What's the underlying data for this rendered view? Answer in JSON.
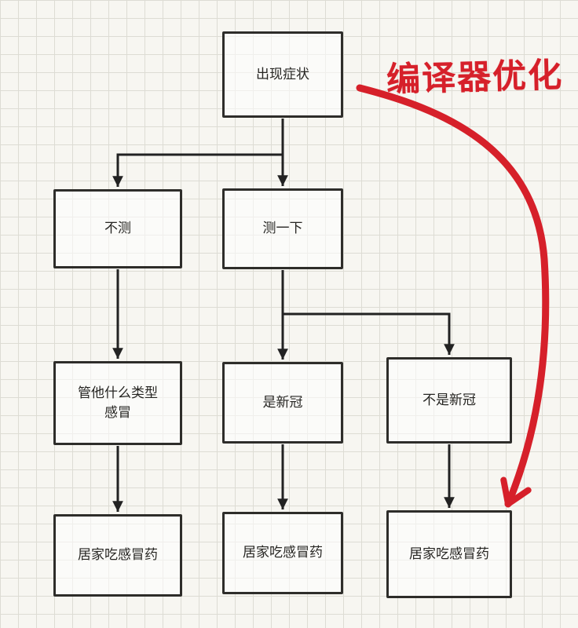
{
  "annotation": {
    "label": "编译器优化",
    "color": "#d6202a"
  },
  "colors": {
    "connector": "#222222",
    "accent_red": "#d6202a",
    "box_border": "#2e2d2a"
  },
  "flowchart": {
    "nodes": [
      {
        "id": "start",
        "label": "出现症状"
      },
      {
        "id": "no-test",
        "label": "不测"
      },
      {
        "id": "test",
        "label": "测一下"
      },
      {
        "id": "any-cold",
        "label": "管他什么类型感冒"
      },
      {
        "id": "covid",
        "label": "是新冠"
      },
      {
        "id": "not-covid",
        "label": "不是新冠"
      },
      {
        "id": "home-left",
        "label": "居家吃感冒药"
      },
      {
        "id": "home-mid",
        "label": "居家吃感冒药"
      },
      {
        "id": "home-right",
        "label": "居家吃感冒药"
      }
    ]
  }
}
